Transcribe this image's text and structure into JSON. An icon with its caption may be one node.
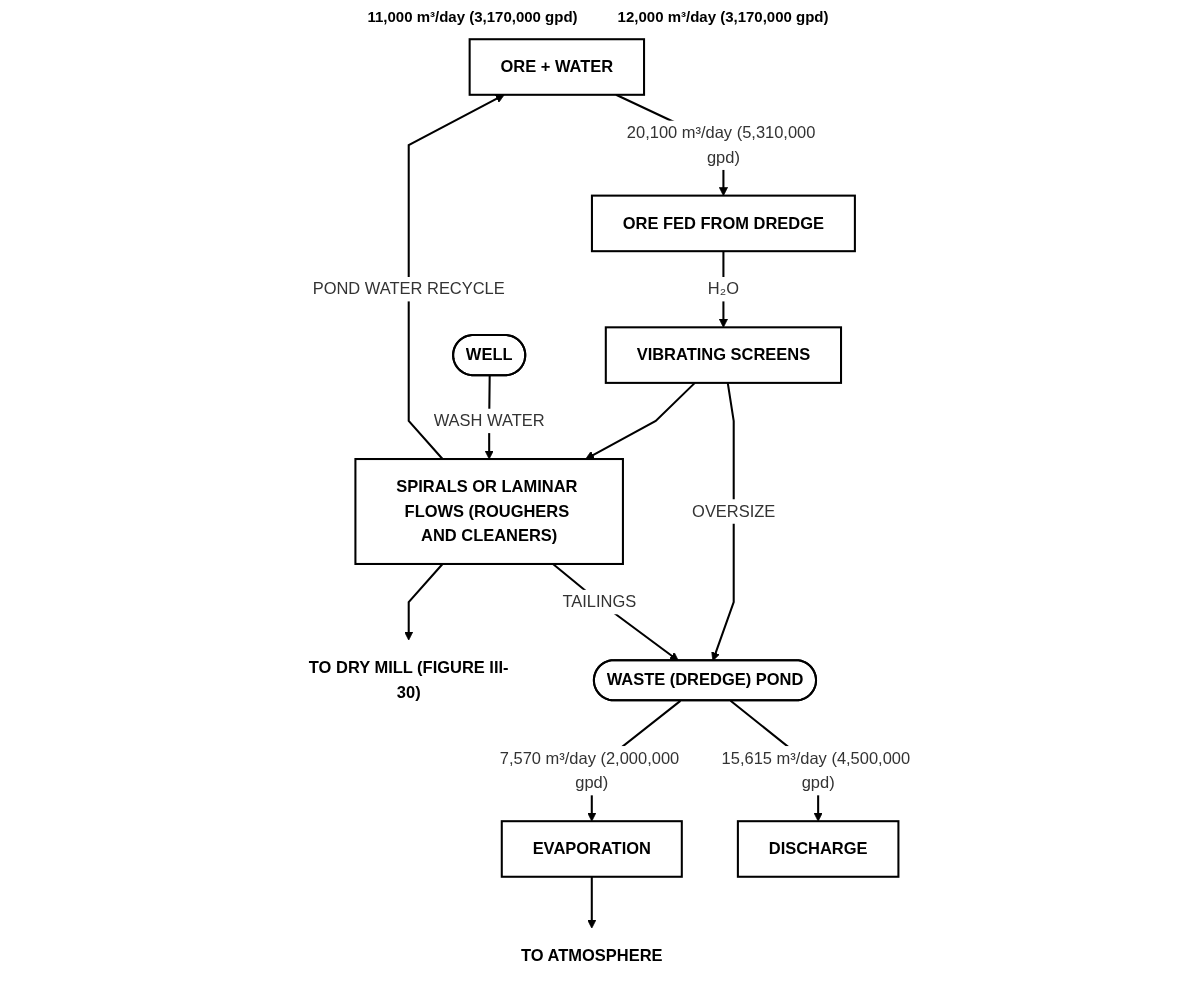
{
  "diagram": {
    "nodes": [
      {
        "text": [
          "ORE + WATER"
        ]
      },
      {
        "text": [
          "ORE FED FROM DREDGE"
        ]
      },
      {
        "text": [
          "VIBRATING SCREENS"
        ]
      },
      {
        "text": [
          "SPIRALS OR LAMINAR FLOWS (ROUGHERS AND CLEANERS)"
        ]
      },
      {
        "text": [
          "WELL"
        ]
      },
      {
        "text": [
          "TO DRY MILL (FIGURE III-30)"
        ]
      },
      {
        "text": [
          "WASTE (DREDGE) POND"
        ]
      },
      {
        "text": [
          "EVAPORATION"
        ]
      },
      {
        "text": [
          "TO ATMOSPHERE"
        ]
      },
      {
        "text": [
          "DISCHARGE"
        ]
      }
    ],
    "edges": [
      {
        "from": 0,
        "to": 1,
        "arrow": "to",
        "label": "20,100 m³/day (5,310,000 gpd)"
      },
      {
        "from": 1,
        "to": 2,
        "arrow": "to",
        "label": "H₂O"
      },
      {
        "from": 2,
        "to": 3,
        "arrow": "to"
      },
      {
        "from": 3,
        "to": 0,
        "arrow": "to",
        "label": "POND WATER RECYCLE"
      },
      {
        "from": 4,
        "to": 3,
        "arrow": "to",
        "label": "WASH WATER"
      },
      {
        "from": 3,
        "to": 5,
        "arrow": "to"
      },
      {
        "from": 2,
        "to": 6,
        "arrow": "to",
        "label": "OVERSIZE"
      },
      {
        "from": 3,
        "to": 6,
        "arrow": "to",
        "label": "TAILINGS"
      },
      {
        "from": 6,
        "to": 7,
        "arrow": "to",
        "label": "7,570 m³/day (2,000,000 gpd)"
      },
      {
        "from": 7,
        "to": 8,
        "arrow": "to"
      },
      {
        "from": 6,
        "to": 9,
        "arrow": "to",
        "label": "15,615 m³/day (4,500,000 gpd)"
      }
    ],
    "labels": [
      "11,000 m³/day (3,170,000 gpd)",
      "12,000 m³/day (3,170,000 gpd)"
    ]
  }
}
